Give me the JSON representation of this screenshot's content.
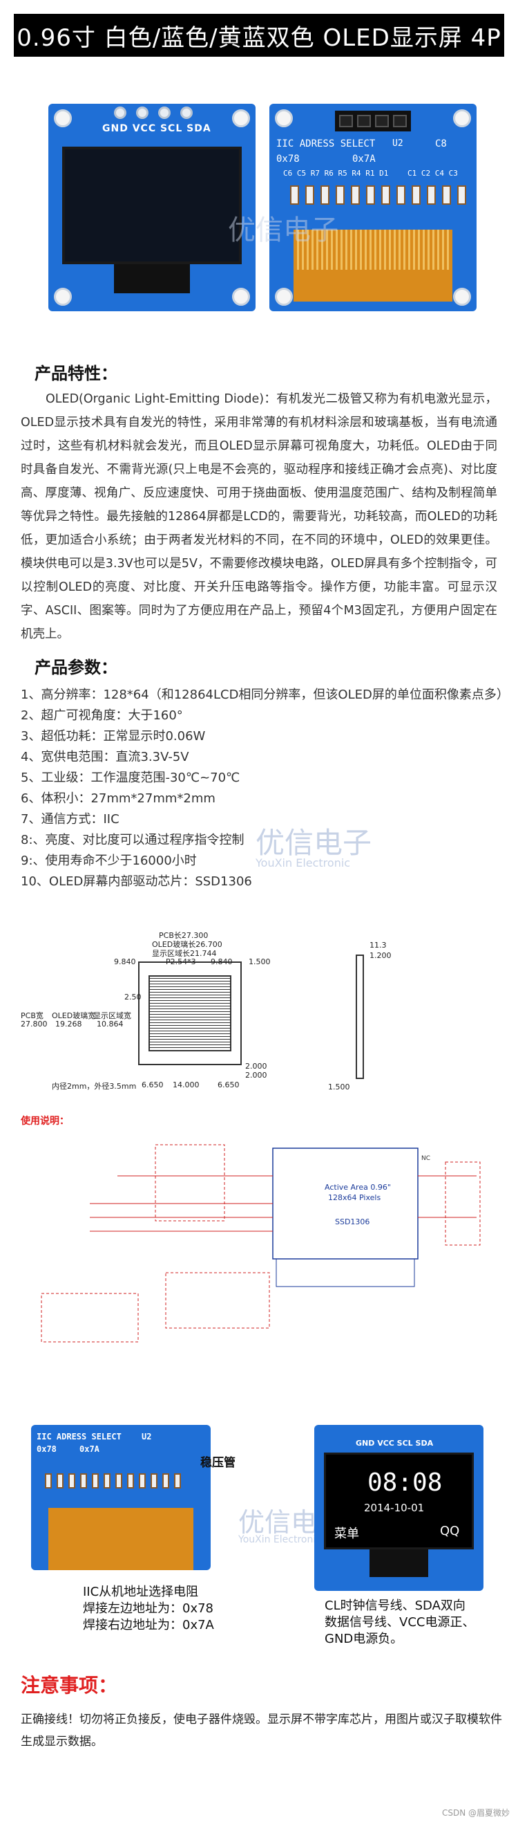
{
  "header": {
    "title": "0.96寸 白色/蓝色/黄蓝双色 OLED显示屏 4P"
  },
  "module_front": {
    "pin_label": "GND VCC SCL SDA"
  },
  "module_back": {
    "silk_address": "IIC ADRESS SELECT",
    "silk_u2": "U2",
    "silk_c8": "C8",
    "silk_0x78": "0x78",
    "silk_0x7a": "0x7A",
    "silk_parts_left": "C6 C5 R7 R6 R5 R4 R1 D1",
    "silk_parts_right": "C1 C2 C4 C3"
  },
  "watermark": {
    "brand_cn": "优信电子",
    "brand_en": "YouXin Electronic"
  },
  "features": {
    "heading": "产品特性：",
    "body": "OLED(Organic Light-Emitting Diode)：有机发光二极管又称为有机电激光显示，OLED显示技术具有自发光的特性，采用非常薄的有机材料涂层和玻璃基板，当有电流通过时，这些有机材料就会发光，而且OLED显示屏幕可视角度大，功耗低。OLED由于同时具备自发光、不需背光源(只上电是不会亮的，驱动程序和接线正确才会点亮)、对比度高、厚度薄、视角广、反应速度快、可用于挠曲面板、使用温度范围广、结构及制程简单等优异之特性。最先接触的12864屏都是LCD的，需要背光，功耗较高，而OLED的功耗低，更加适合小系统；由于两者发光材料的不同，在不同的环境中，OLED的效果更佳。模块供电可以是3.3V也可以是5V，不需要修改模块电路，OLED屏具有多个控制指令，可以控制OLED的亮度、对比度、开关升压电路等指令。操作方便，功能丰富。可显示汉字、ASCII、图案等。同时为了方便应用在产品上，预留4个M3固定孔，方便用户固定在机壳上。"
  },
  "params": {
    "heading": "产品参数：",
    "items": [
      "1、高分辨率：128*64（和12864LCD相同分辨率，但该OLED屏的单位面积像素点多）",
      "2、超广可视角度：大于160°",
      "3、超低功耗：正常显示时0.06W",
      "4、宽供电范围：直流3.3V-5V",
      "5、工业级：工作温度范围-30℃~70℃",
      "6、体积小：27mm*27mm*2mm",
      "7、通信方式：IIC",
      "8:、亮度、对比度可以通过程序指令控制",
      "9:、使用寿命不少于16000小时",
      "10、OLED屏幕内部驱动芯片：SSD1306"
    ]
  },
  "dimension": {
    "pcb_width": "PCB长27.300",
    "glass_width": "OLED玻璃长26.700",
    "display_width": "显示区域长21.744",
    "pin_pitch": "P2.54*3",
    "left_w": "9.840",
    "right_w": "9.840",
    "top_r": "1.500",
    "pcb_height_label": "PCB宽",
    "pcb_height": "27.800",
    "glass_height_label": "OLED玻璃宽",
    "glass_height": "19.268",
    "display_height_label": "显示区域宽",
    "display_height": "10.864",
    "hole_desc": "内径2mm，外径3.5mm",
    "bottom_left": "6.650",
    "bottom_mid": "14.000",
    "bottom_right": "6.650",
    "bottom_r": "2.000",
    "bottom_r2": "2.000",
    "side_top": "11.3",
    "side_mid": "1.200",
    "side_bottom": "1.500",
    "small_2_50": "2.50"
  },
  "usage": {
    "label": "使用说明："
  },
  "schematic": {
    "active_area": "Active Area 0.96\"",
    "pixels": "128x64 Pixels",
    "chip": "SSD1306",
    "nc": "NC"
  },
  "bottom": {
    "pressure": "稳压管",
    "iic_note_lines": [
      "IIC从机地址选择电阻",
      "焊接左边地址为：0x78",
      "焊接右边地址为：0x7A"
    ],
    "pin_note_lines": [
      "CL时钟信号线、SDA双向",
      "数据信号线、VCC电源正、",
      "GND电源负。"
    ],
    "screen_time": "08:08",
    "screen_date": "2014-10-01",
    "screen_menu": "菜单",
    "screen_qq": "QQ"
  },
  "notice": {
    "heading": "注意事项：",
    "body": "正确接线！切勿将正负接反，使电子器件烧毁。显示屏不带字库芯片，用图片或汉子取模软件生成显示数据。"
  },
  "footer": {
    "mark": "CSDN @眉夏微妙"
  }
}
